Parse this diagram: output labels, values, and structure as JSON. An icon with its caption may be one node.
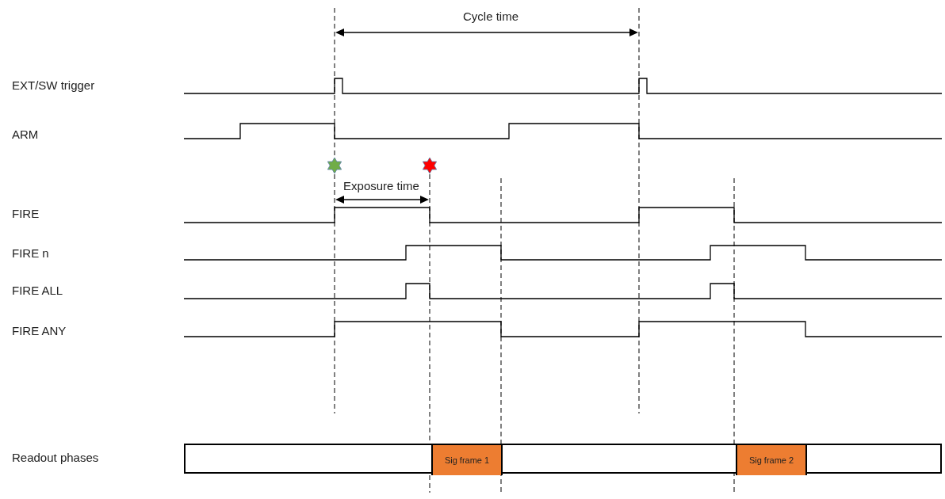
{
  "diagram": {
    "nodes": [
      {
        "text": [],
        "shape": "bar"
      },
      {
        "text": [
          "Sig frame 1"
        ],
        "in": 0
      },
      {
        "text": [
          "Sig frame 2"
        ],
        "in": 0
      }
    ],
    "labels": [
      "Cycle time",
      "EXT/SW trigger",
      "ARM",
      "Exposure time",
      "FIRE",
      "FIRE n",
      "FIRE ALL",
      "FIRE ANY",
      "Readout phases"
    ]
  }
}
